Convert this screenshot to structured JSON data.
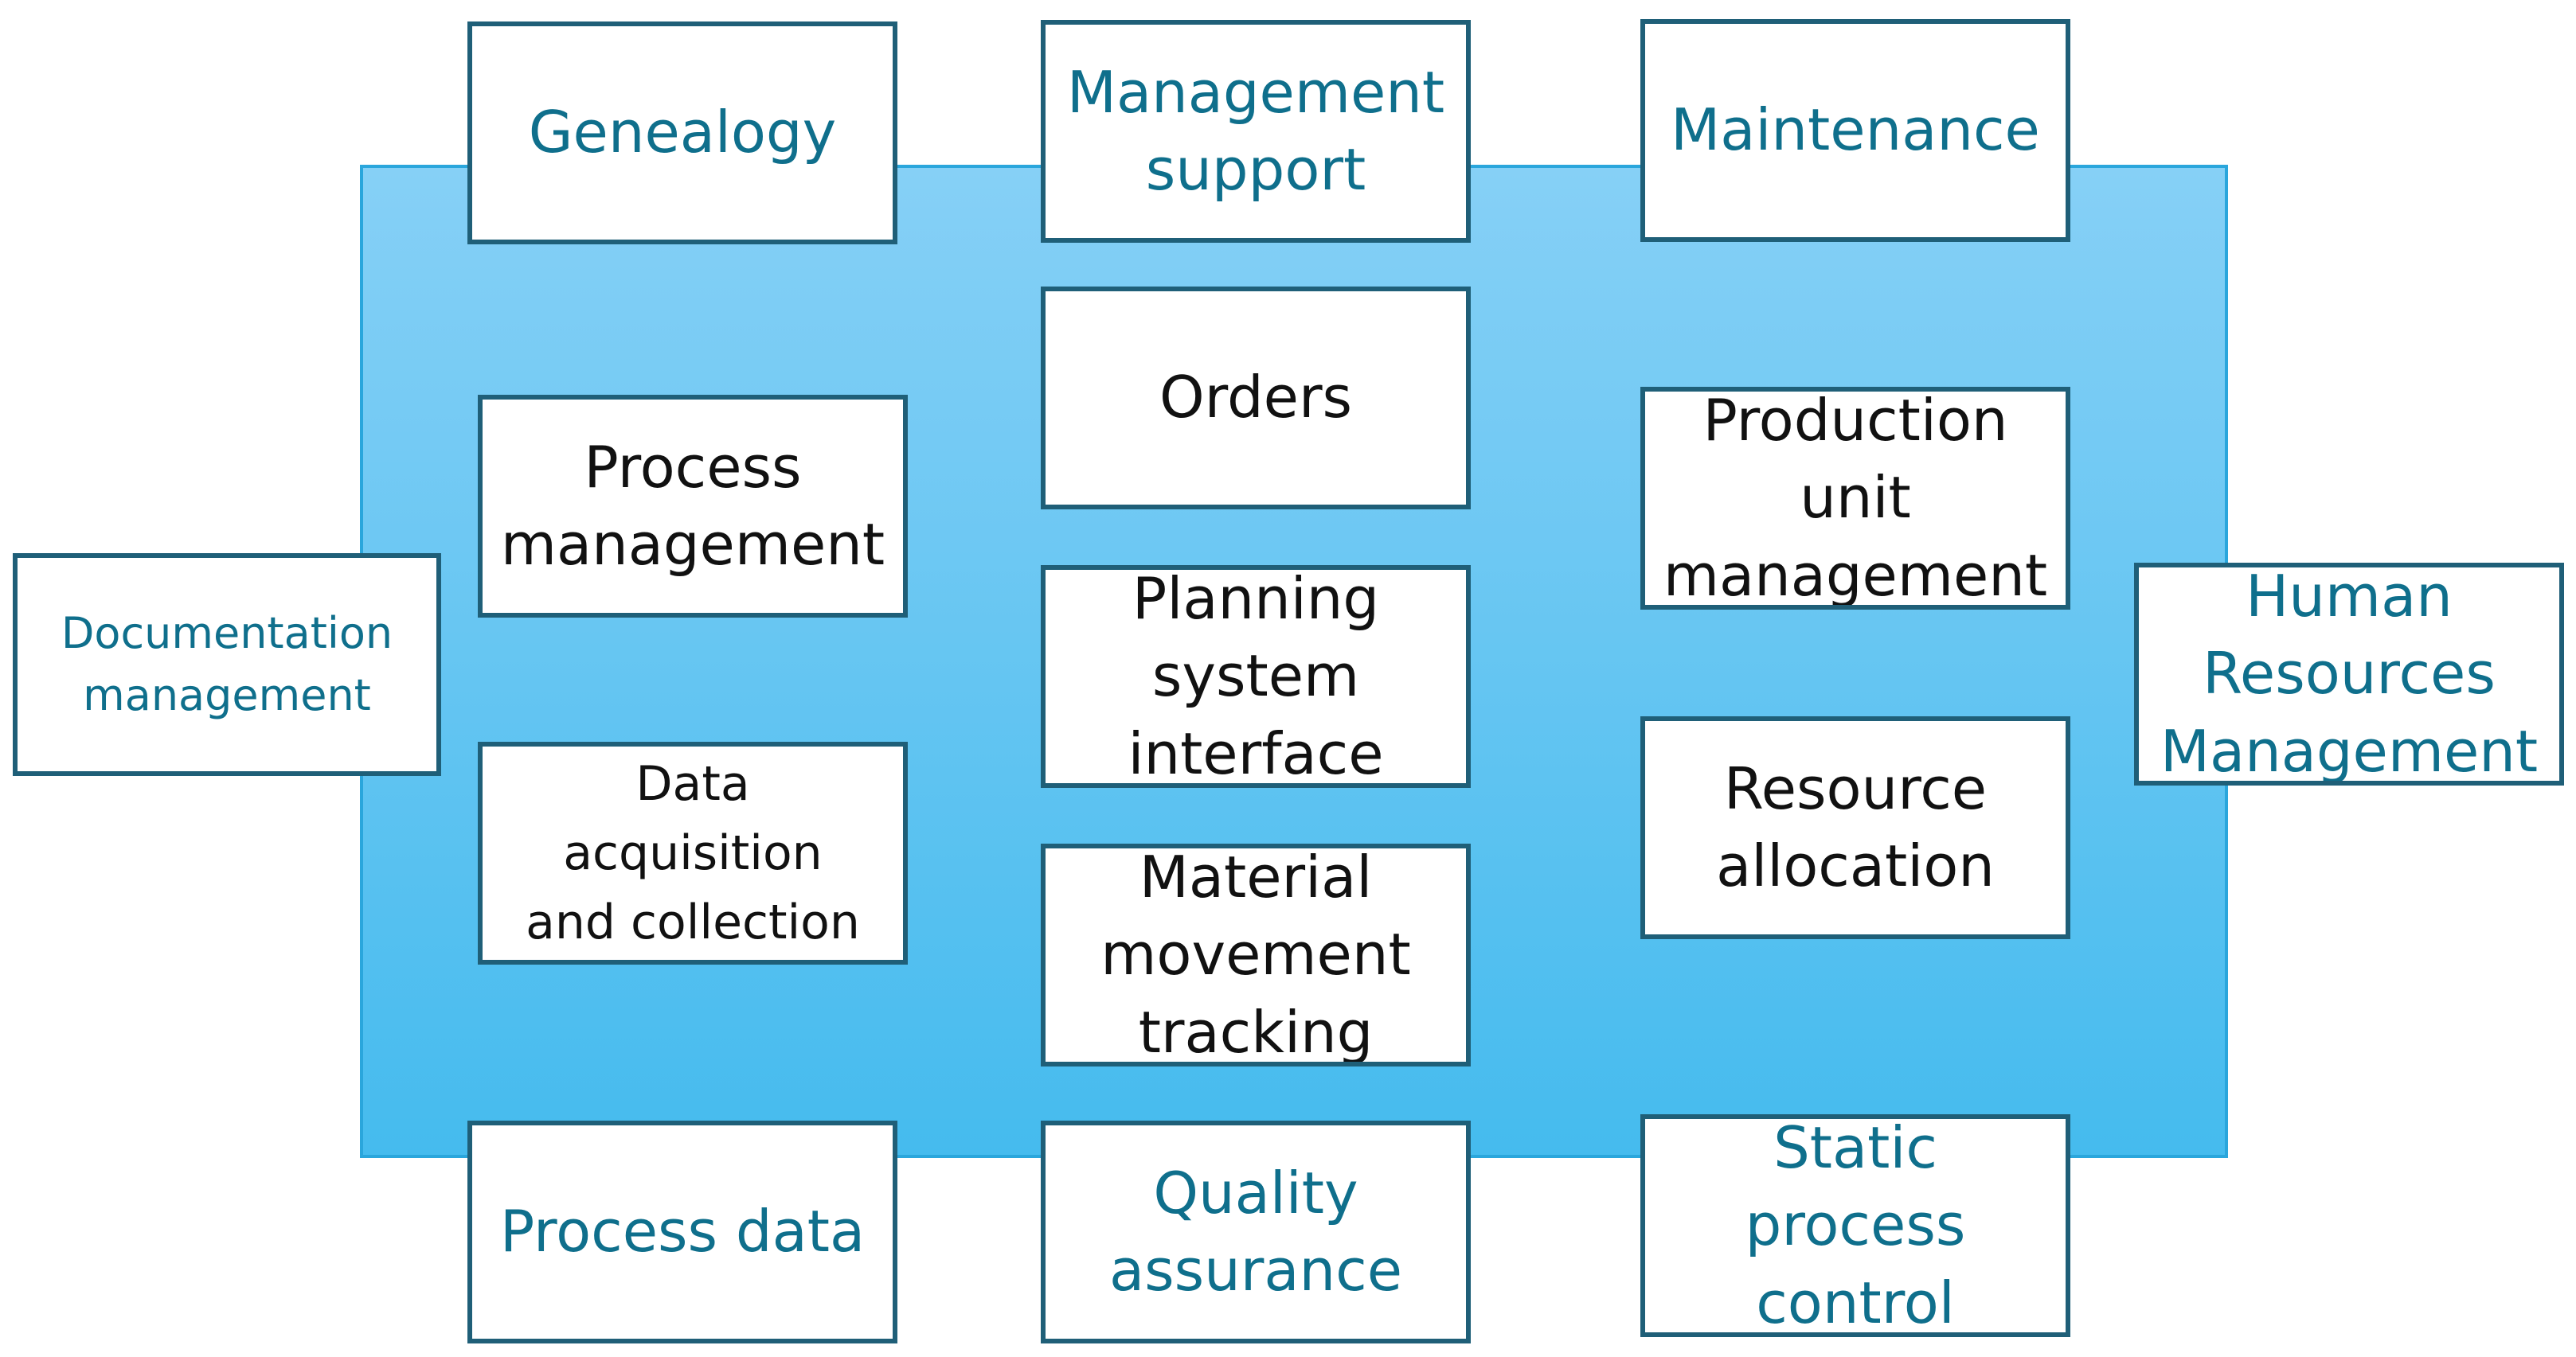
{
  "diagram": {
    "outer": {
      "top": [
        "Genealogy",
        "Management\nsupport",
        "Maintenance"
      ],
      "left": "Documentation\nmanagement",
      "right": "Human\nResources\nManagement",
      "bottom": [
        "Process data",
        "Quality\nassurance",
        "Static\nprocess\ncontrol"
      ]
    },
    "inner": {
      "left": [
        "Process\nmanagement",
        "Data\nacquisition\nand collection"
      ],
      "center": [
        "Orders",
        "Planning\nsystem\ninterface",
        "Material\nmovement\ntracking"
      ],
      "right": [
        "Production\nunit\nmanagement",
        "Resource\nallocation"
      ]
    },
    "colors": {
      "panel_fill_top": "#86d0f6",
      "panel_fill_bottom": "#45bbee",
      "panel_border": "#2aa6dc",
      "box_border": "#1f5f78",
      "outer_text": "#0f6f8c",
      "inner_text": "#111111"
    }
  }
}
